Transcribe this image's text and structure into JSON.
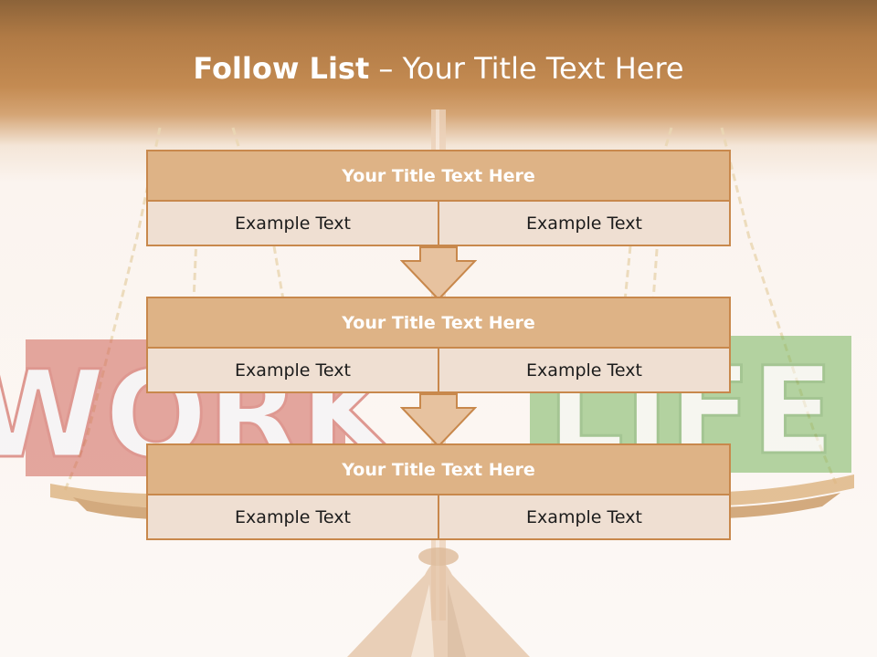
{
  "title": {
    "bold": "Follow List",
    "rest": "– Your Title Text Here"
  },
  "background": {
    "sign_left": "WORK",
    "sign_right": "LIFE",
    "colors": {
      "header_dark": "#8c6339",
      "header_mid": "#c48b52",
      "page": "#fcf8f5",
      "work_red": "#d06458",
      "life_green": "#79b65e"
    }
  },
  "bands": [
    {
      "title": "Your Title Text Here",
      "left": "Example Text",
      "right": "Example Text"
    },
    {
      "title": "Your Title Text Here",
      "left": "Example Text",
      "right": "Example Text"
    },
    {
      "title": "Your Title Text Here",
      "left": "Example Text",
      "right": "Example Text"
    }
  ],
  "colors": {
    "band_header": "#deb386",
    "band_cell": "#efdfd2",
    "border": "#c8884c",
    "arrow_fill": "#e7c29f"
  }
}
